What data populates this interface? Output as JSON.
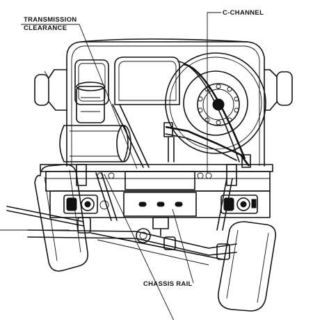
{
  "labels": {
    "transmission_line1": "TRANSMISSION",
    "transmission_line2": "CLEARANCE",
    "c_channel": "C-CHANNEL",
    "chassis_rail": "CHASSIS RAIL"
  }
}
